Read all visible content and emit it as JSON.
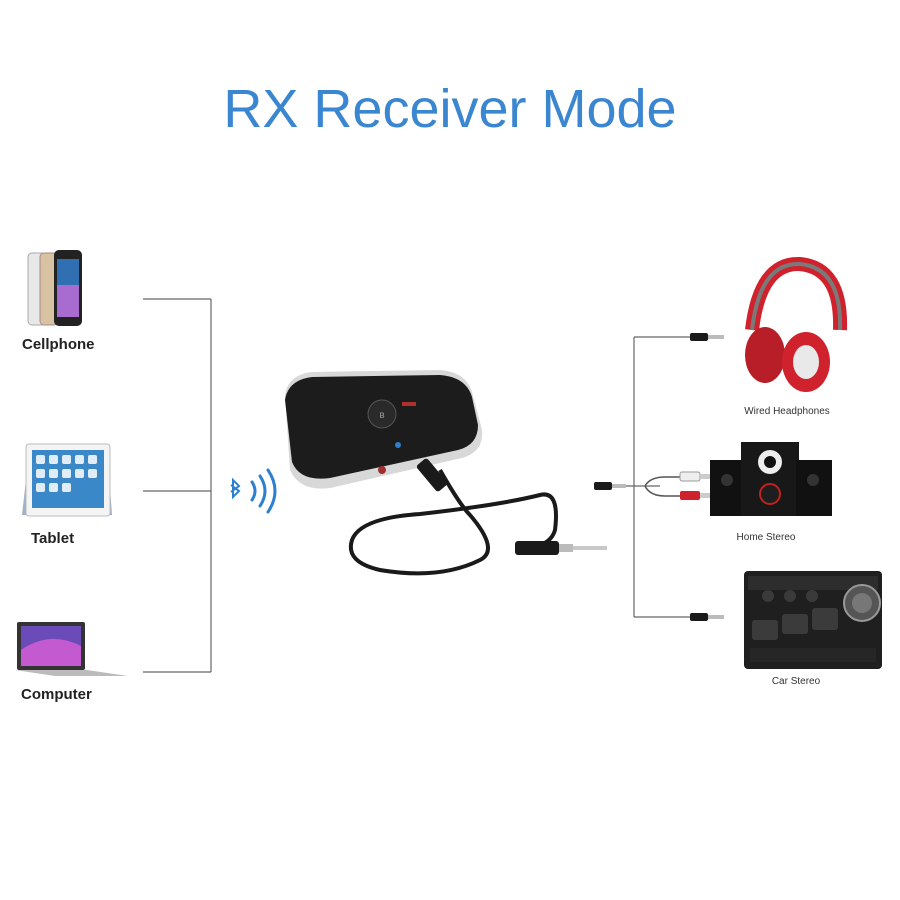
{
  "title": "RX Receiver Mode",
  "sources": [
    {
      "label": "Cellphone",
      "icon": "cellphone-icon"
    },
    {
      "label": "Tablet",
      "icon": "tablet-icon"
    },
    {
      "label": "Computer",
      "icon": "laptop-icon"
    }
  ],
  "outputs": [
    {
      "label": "Wired Headphones",
      "icon": "headphones-icon"
    },
    {
      "label": "Home Stereo",
      "icon": "speaker-icon"
    },
    {
      "label": "Car Stereo",
      "icon": "car-stereo-icon"
    }
  ],
  "colors": {
    "title": "#3a86d0",
    "bluetooth": "#2d7fd0",
    "connector_lines": "#666666",
    "headphone_red": "#d0222c"
  }
}
